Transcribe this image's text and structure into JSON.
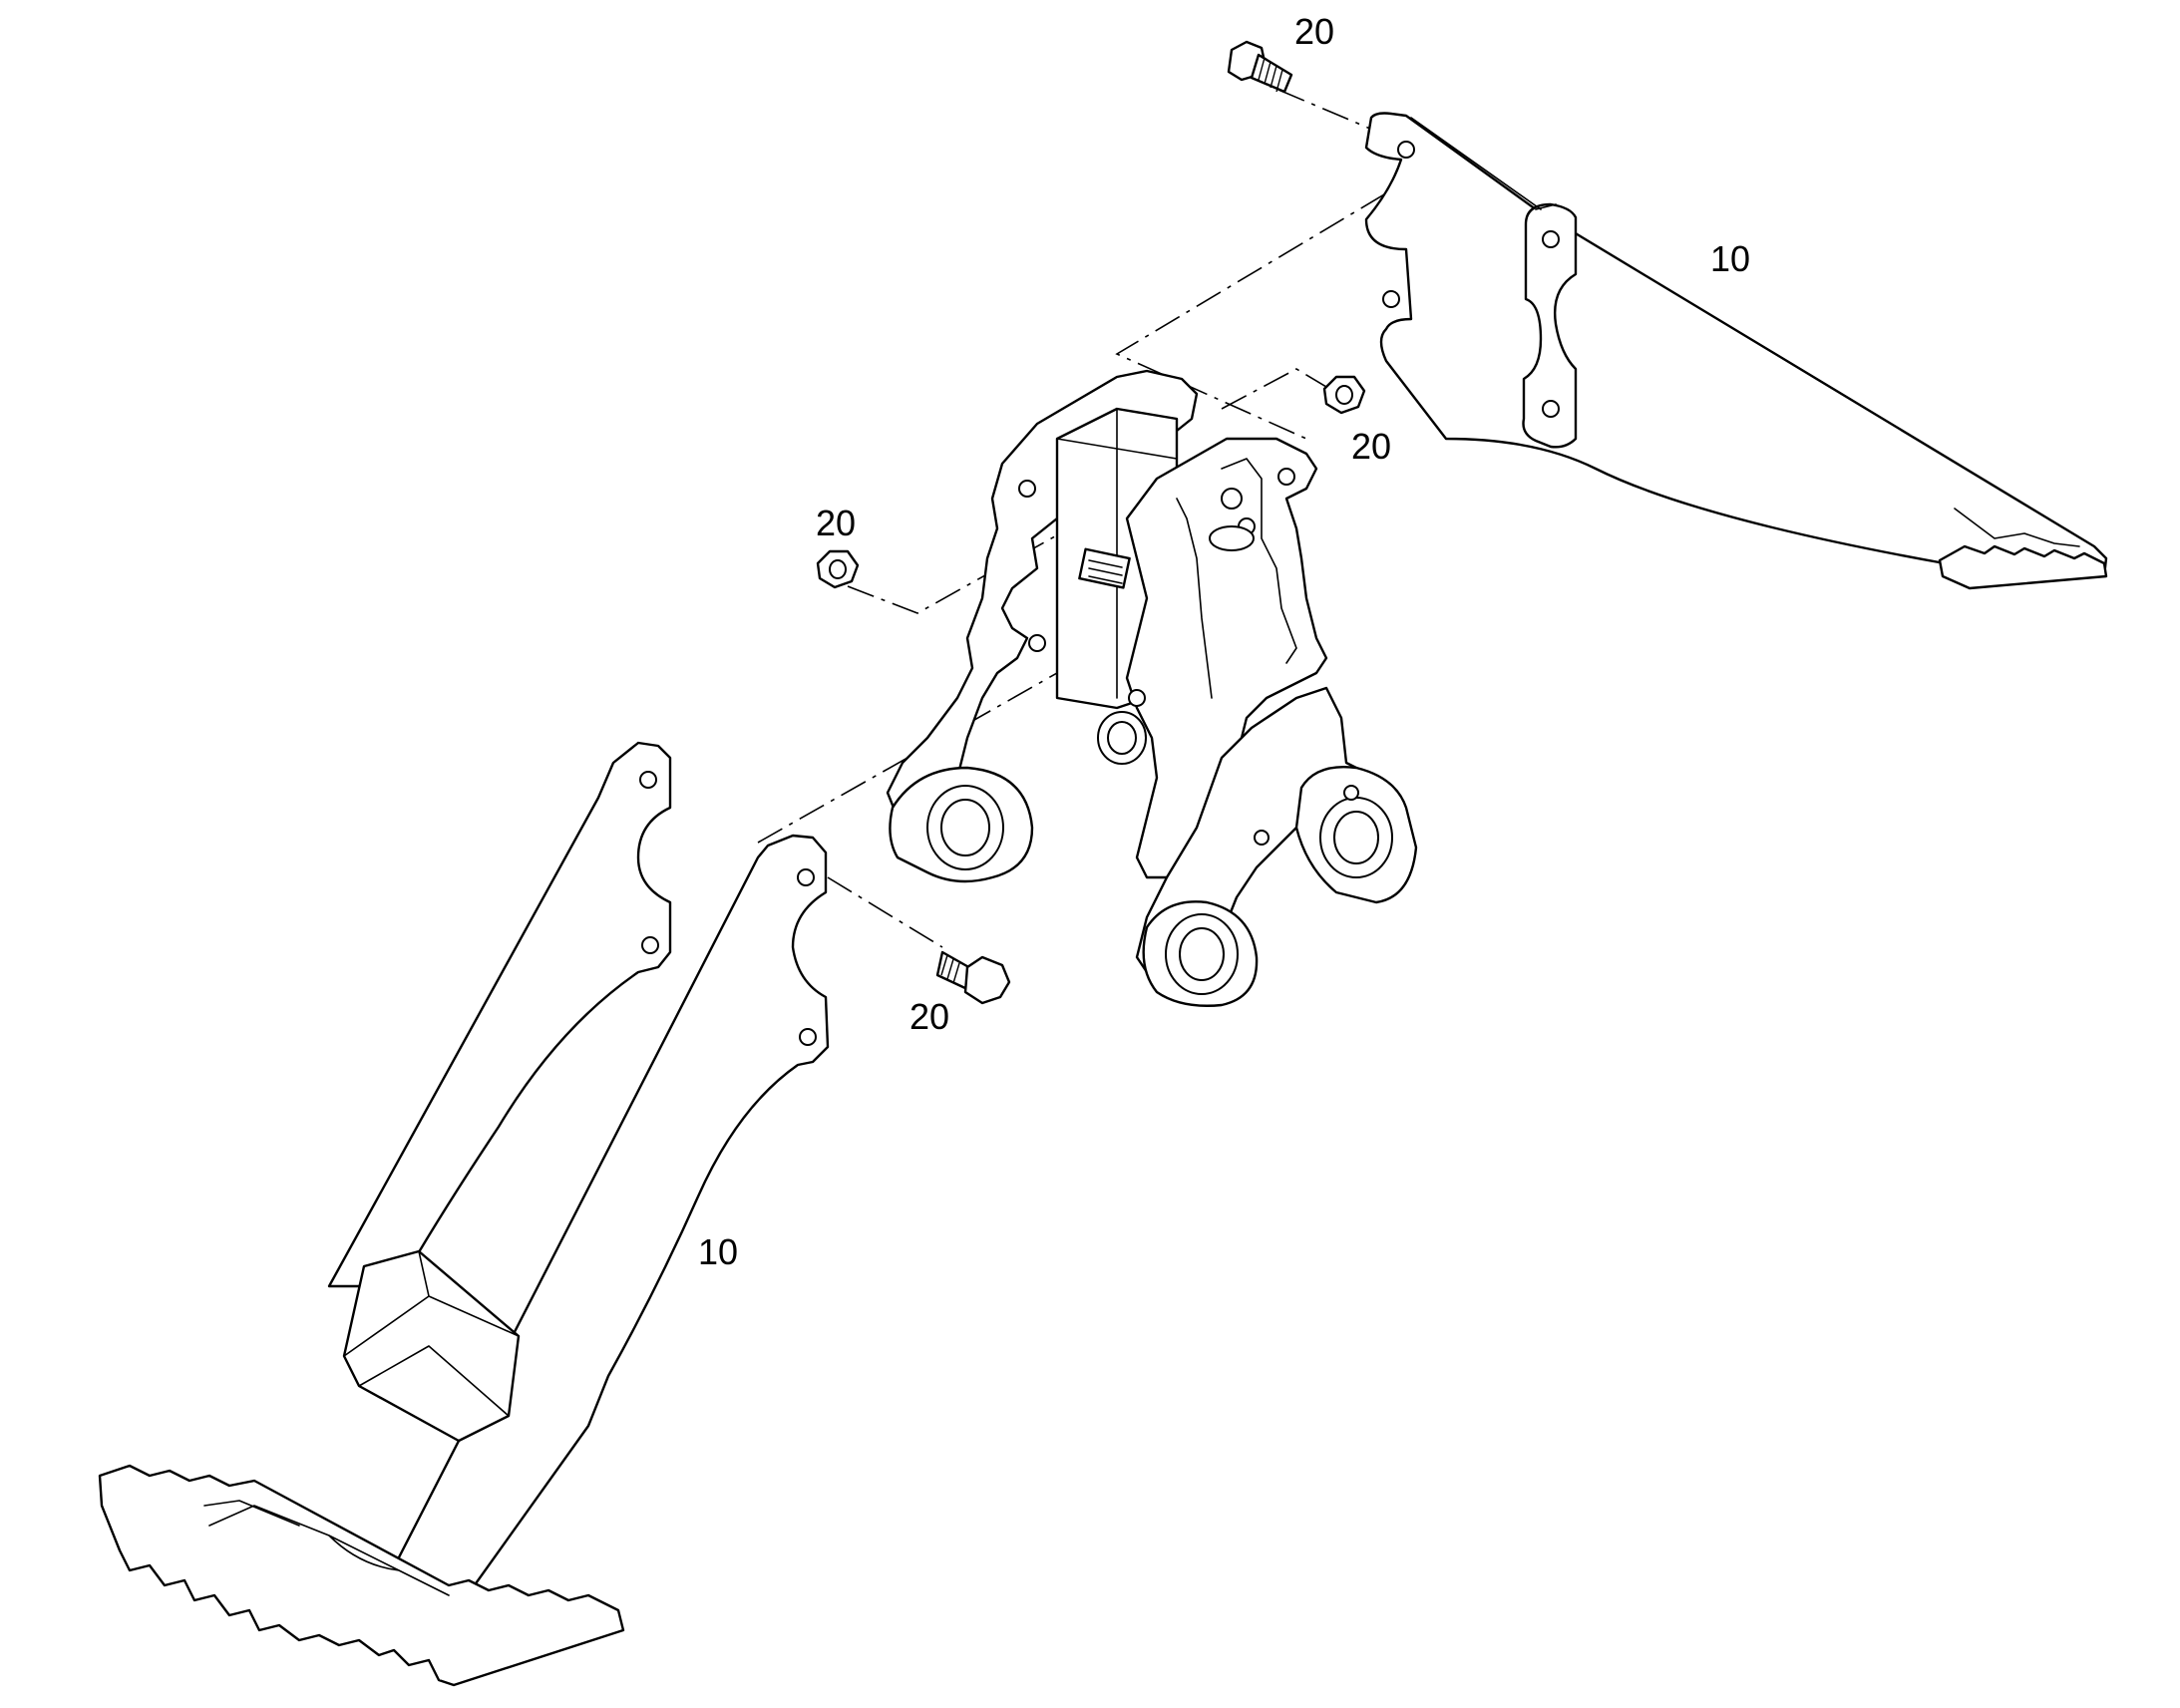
{
  "callouts": {
    "bolt_top": "20",
    "arm_top": "10",
    "nut_right": "20",
    "nut_left": "20",
    "bolt_bottom": "20",
    "arm_bottom": "10"
  },
  "colors": {
    "line": "#000000",
    "background": "#ffffff"
  }
}
